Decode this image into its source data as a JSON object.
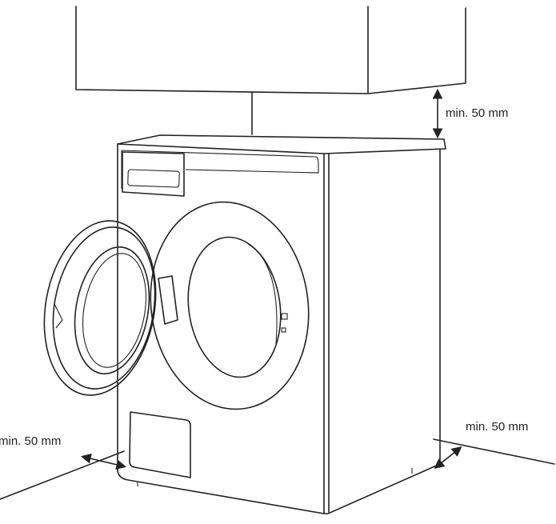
{
  "labels": {
    "top_clearance": "min. 50 mm",
    "left_clearance": "min. 50 mm",
    "right_clearance": "min. 50 mm"
  },
  "colors": {
    "line": "#222222",
    "background": "#ffffff"
  }
}
